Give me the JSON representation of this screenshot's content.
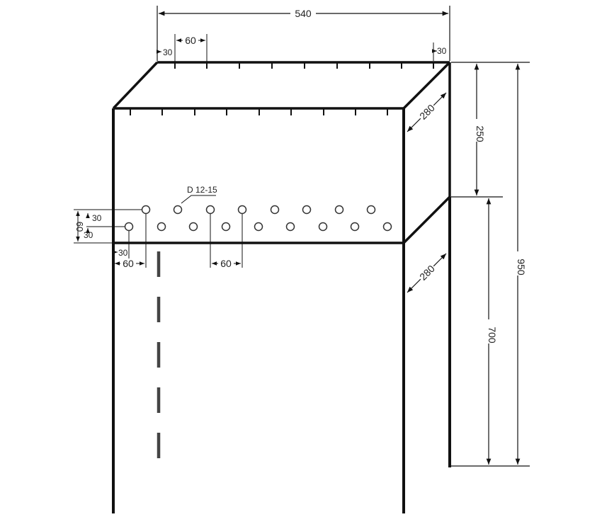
{
  "colors": {
    "line": "#111111",
    "text": "#222222",
    "background": "#ffffff"
  },
  "dimensions": {
    "total_width": "540",
    "slot_spacing_top": "60",
    "top_left_offset": "30",
    "top_right_offset": "30",
    "depth_upper": "280",
    "depth_lower": "280",
    "box_height": "250",
    "leg_height": "700",
    "total_height": "950",
    "hole_diameter": "D 12-15",
    "row_spacing_left": "60",
    "row1_offset": "30",
    "row2_offset": "30",
    "bottom_edge_offset": "30",
    "hole_first_offset": "60",
    "hole_spacing": "60"
  }
}
